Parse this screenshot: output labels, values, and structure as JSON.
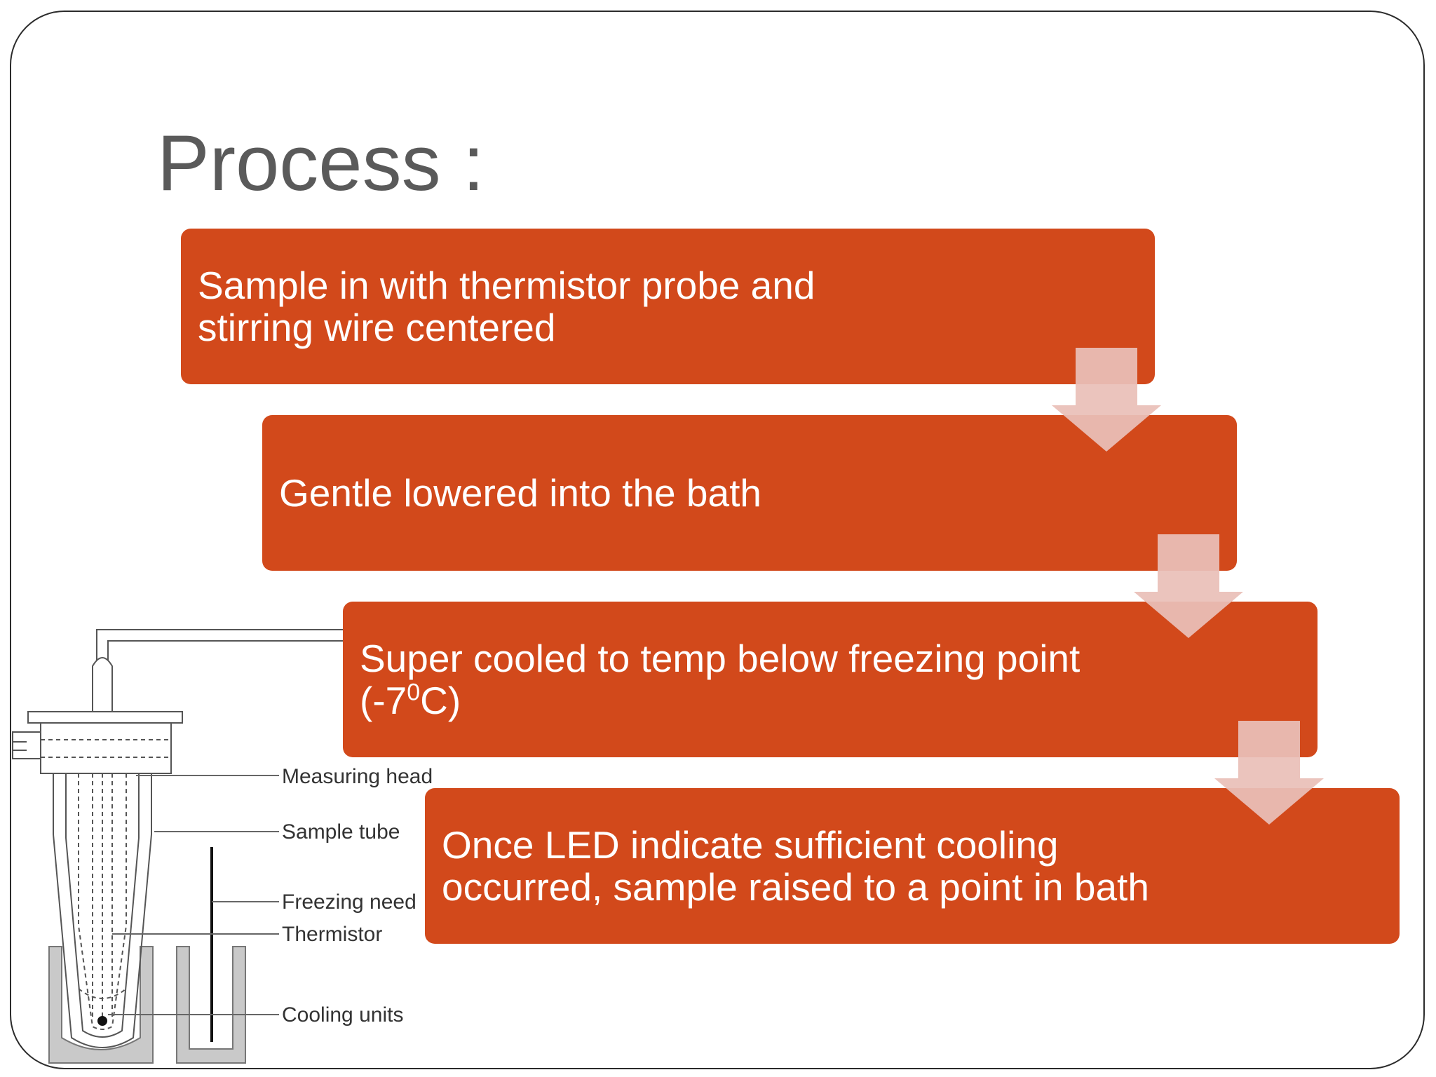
{
  "slide": {
    "title": "Process :",
    "steps": [
      {
        "text": "Sample in with thermistor probe and\nstirring wire centered"
      },
      {
        "text": "Gentle lowered into the bath"
      },
      {
        "text_before": "Super cooled to temp below freezing point\n(-7",
        "sup": "0",
        "text_after": "C)"
      },
      {
        "text": "Once LED indicate sufficient cooling\noccurred, sample raised to a point in bath"
      }
    ],
    "arrow_icon": "down-arrow-icon",
    "colors": {
      "box_fill": "#d2491b",
      "box_text": "#ffffff",
      "arrow_fill": "#e9bfb8",
      "title_text": "#5a5a5a"
    }
  },
  "apparatus": {
    "labels": {
      "measuring_head": "Measuring head",
      "sample_tube": "Sample tube",
      "freezing_needle": "Freezing need",
      "thermistor": "Thermistor",
      "cooling_units": "Cooling units"
    }
  }
}
